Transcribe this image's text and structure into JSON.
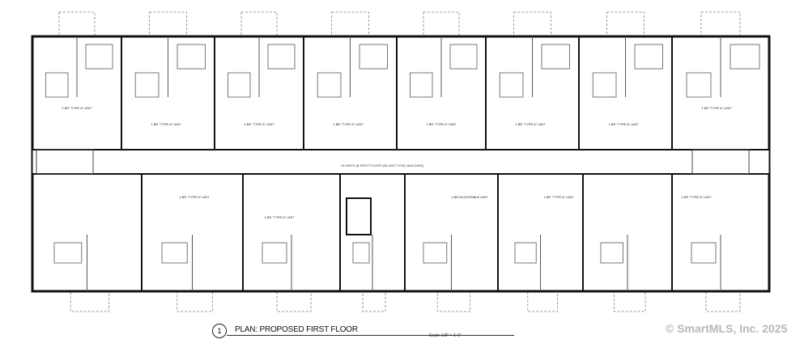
{
  "plan": {
    "number": "1",
    "title": "PLAN: PROPOSED FIRST FLOOR",
    "scale": "Scale: 1/8\" = 1'-0\"",
    "corridor_note": "19 UNITS @ FIRST FLOOR (58 UNIT TOTAL BUILDING)",
    "unit_labels": [
      "1 BR \"TYPE A\" UNIT",
      "1 BR \"TYPE A\" UNIT",
      "1 BR \"TYPE A\" UNIT",
      "1 BR \"TYPE A\" UNIT",
      "1 BR \"TYPE A\" UNIT",
      "1 BR \"TYPE A\" UNIT",
      "1 BR \"TYPE A\" UNIT",
      "1 BR \"TYPE A\" UNIT",
      "1 BR \"TYPE A\" UNIT",
      "1 BR \"TYPE A\" UNIT",
      "1 BR ACCESSIBLE UNIT",
      "1 BR \"TYPE A\" UNIT",
      "1 BR \"TYPE A\" UNIT"
    ]
  },
  "watermark": "© SmartMLS, Inc. 2025"
}
